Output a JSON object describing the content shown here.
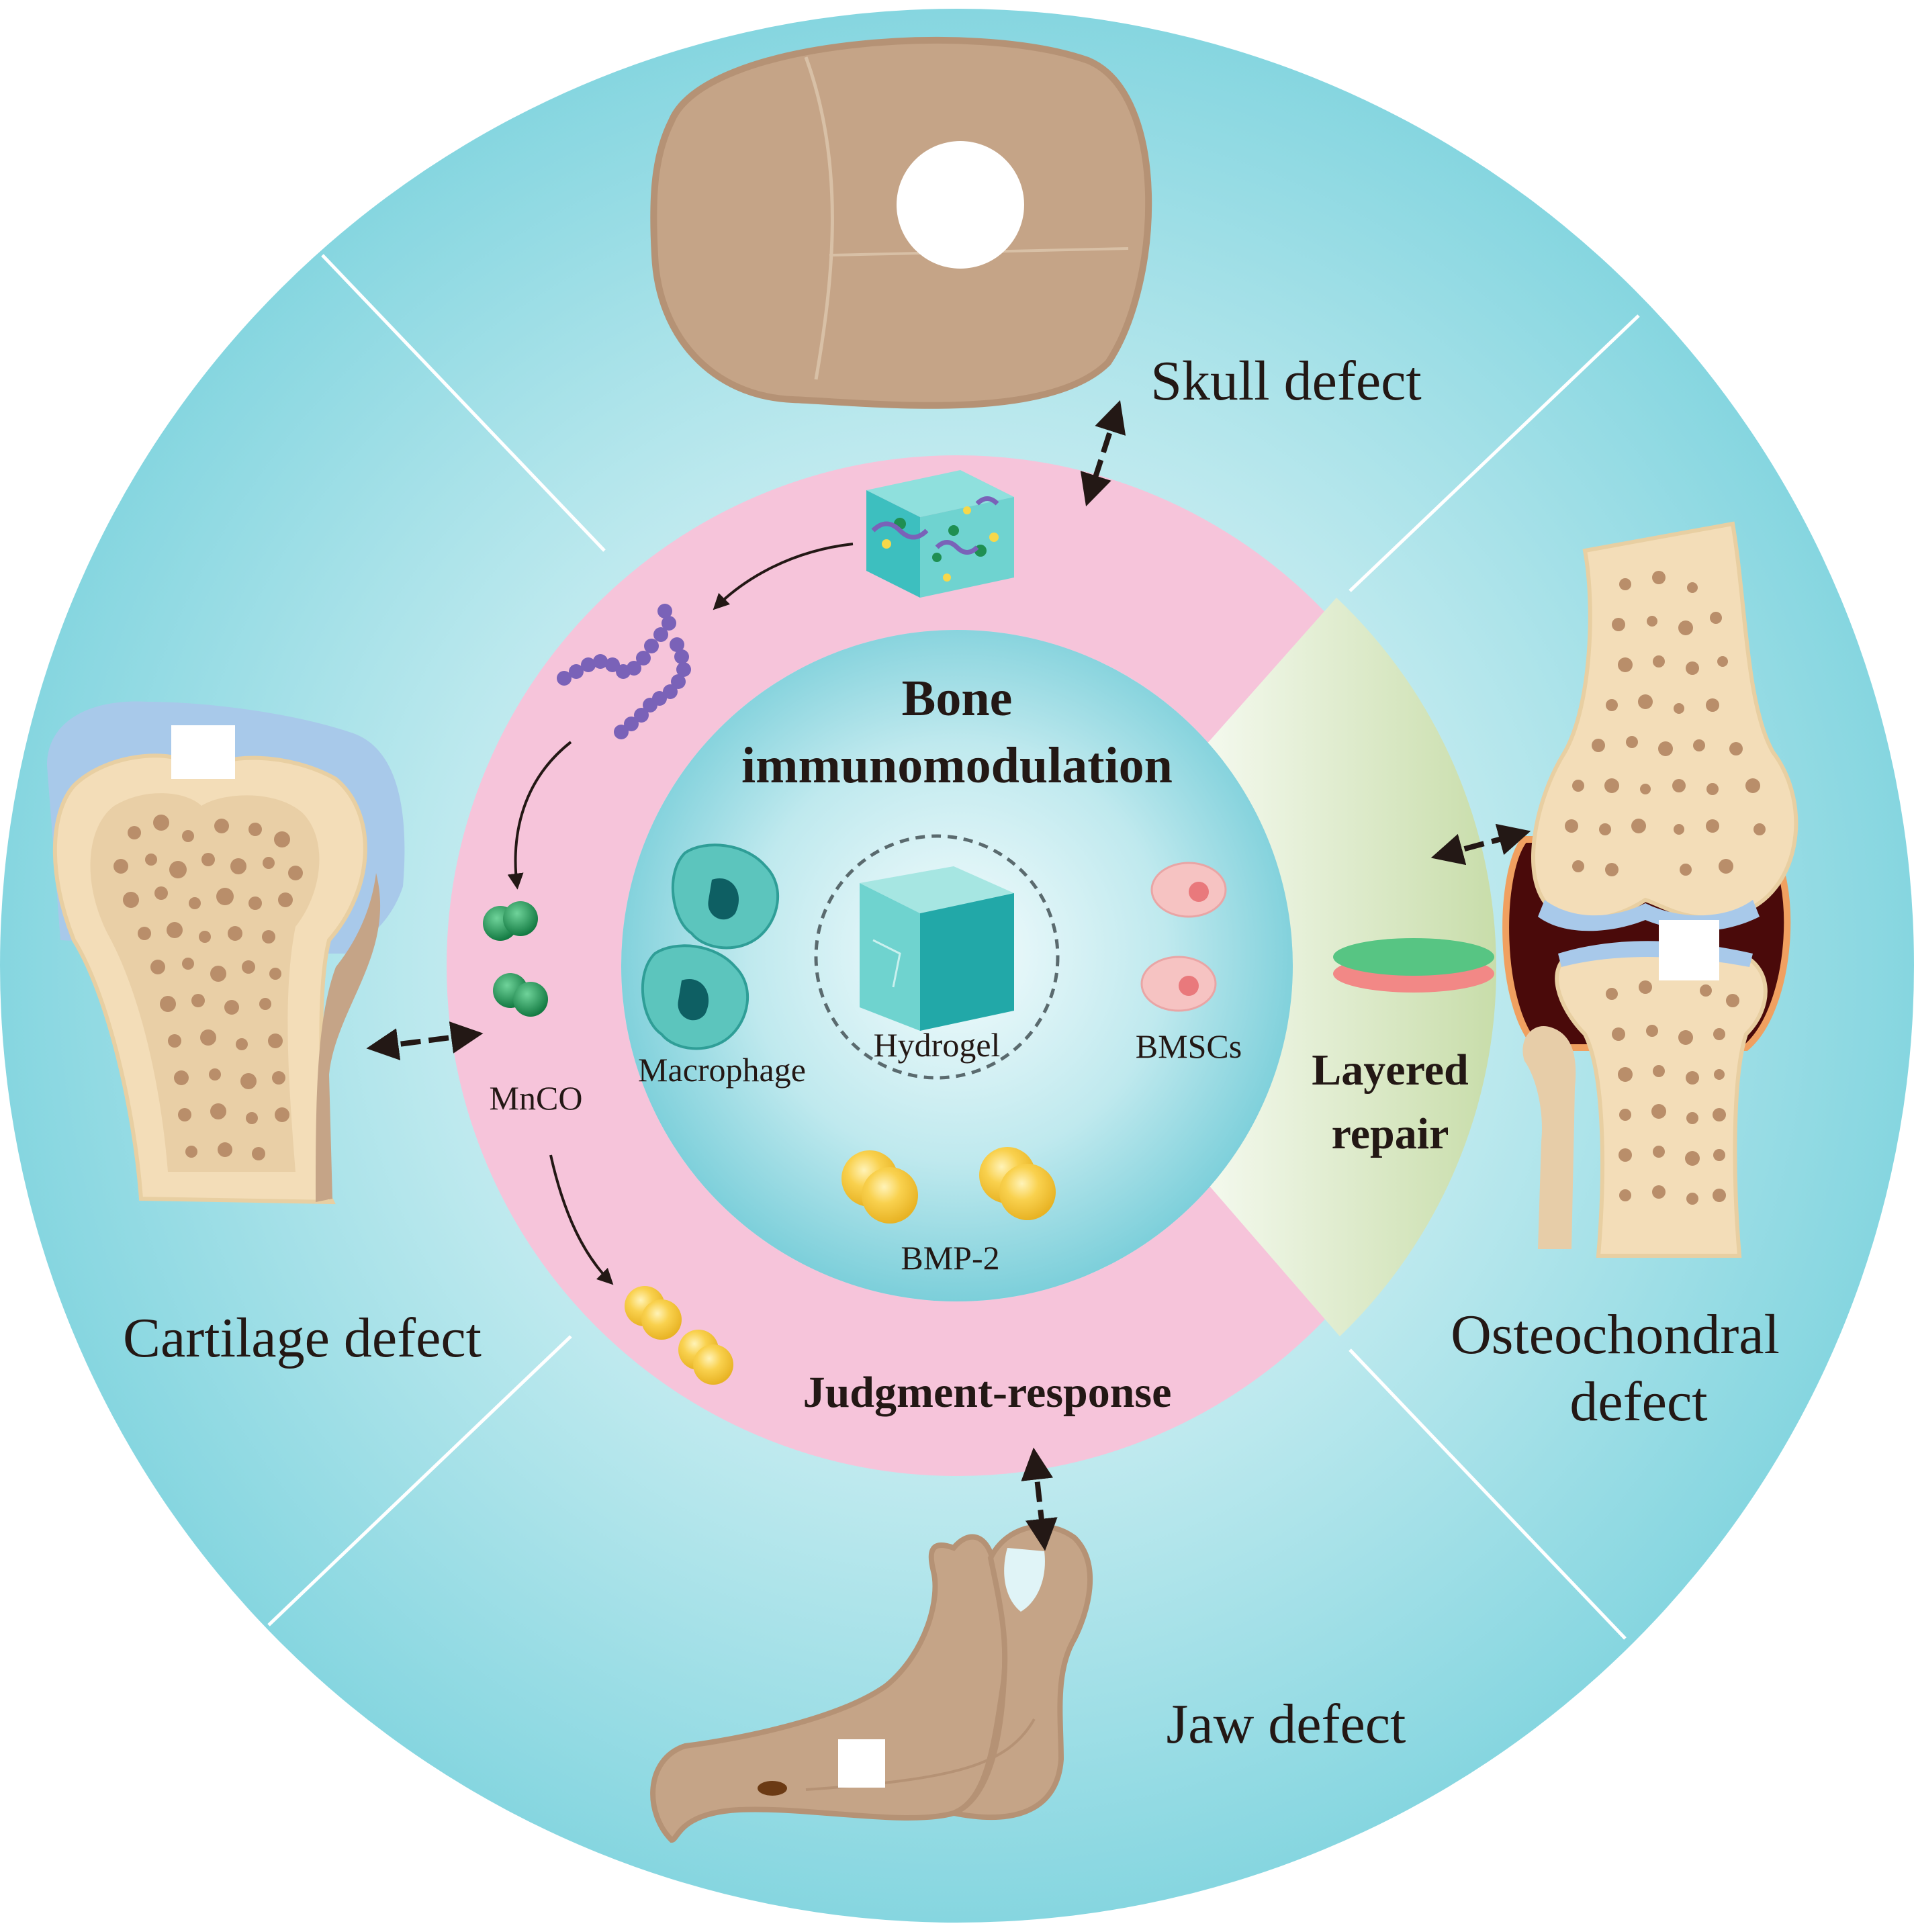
{
  "center": {
    "title_line1": "Bone",
    "title_line2": "immunomodulation",
    "items": {
      "macrophage": "Macrophage",
      "hydrogel": "Hydrogel",
      "bmscs": "BMSCs",
      "bmp2": "BMP-2"
    }
  },
  "ring": {
    "mnco": "MnCO",
    "judgment": "Judgment-response",
    "layered_line1": "Layered",
    "layered_line2": "repair"
  },
  "outer": {
    "skull": "Skull defect",
    "cartilage": "Cartilage defect",
    "osteo_line1": "Osteochondral",
    "osteo_line2": "defect",
    "jaw": "Jaw defect"
  },
  "colors": {
    "outer_circle": "#8fd9e2",
    "ring_pink": "#f6c4da",
    "ring_green": "#cfe3b4",
    "bone_tan": "#c5a487",
    "spongy": "#f3ddb8",
    "hydrogel_teal": "#3dbfbf",
    "mnco_green": "#1f8f52",
    "bmp2_yellow": "#f7c93f",
    "bmsc_pink": "#f1a7a8"
  }
}
